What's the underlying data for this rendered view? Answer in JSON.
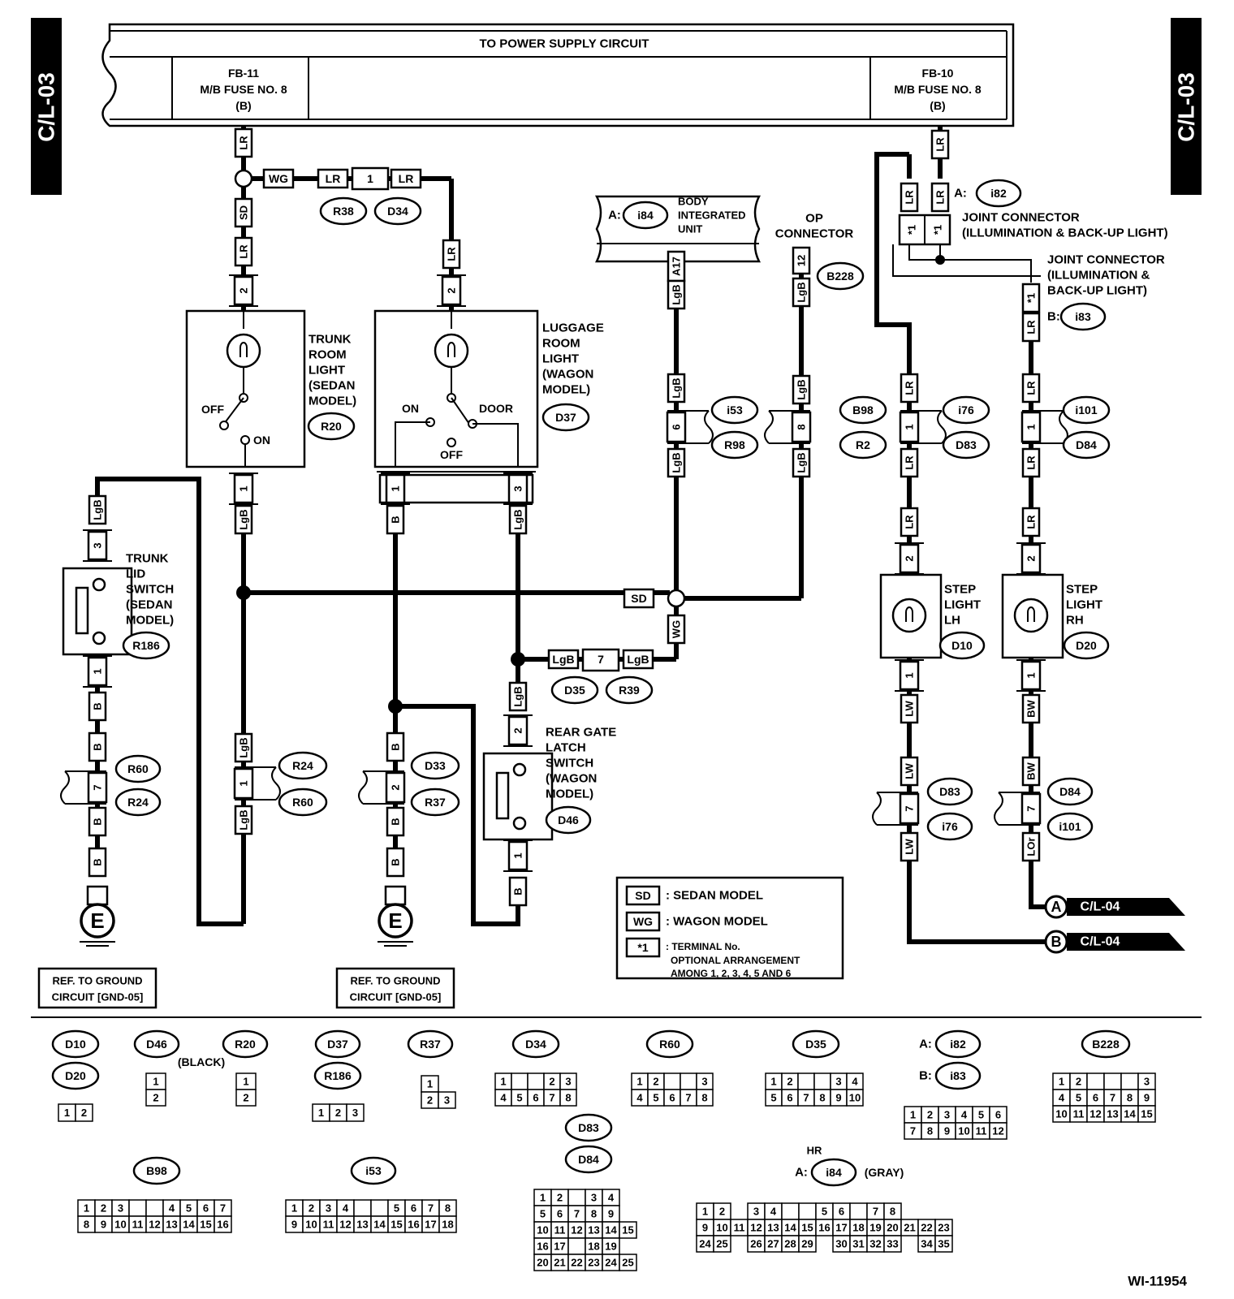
{
  "page": {
    "side_tag": "C/L-03",
    "figure_id": "WI-11954"
  },
  "power_bar": {
    "title": "TO POWER SUPPLY CIRCUIT",
    "left_fuse": [
      "FB-11",
      "M/B FUSE NO. 8",
      "(B)"
    ],
    "right_fuse": [
      "FB-10",
      "M/B FUSE NO. 8",
      "(B)"
    ]
  },
  "wire_colors": {
    "LR": "LR",
    "WG": "WG",
    "SD": "SD",
    "LgB": "LgB",
    "B": "B",
    "LW": "LW",
    "BW": "BW",
    "LOr": "LOr",
    "A17": "A17",
    "star1": "*1"
  },
  "pins": {
    "p1": "1",
    "p2": "2",
    "p3": "3",
    "p6": "6",
    "p7": "7",
    "p8": "8",
    "p12": "12"
  },
  "connectors": {
    "R38": "R38",
    "D34": "D34",
    "i84": "i84",
    "B228": "B228",
    "i82": "i82",
    "i83": "i83",
    "R20": "R20",
    "D37": "D37",
    "i53": "i53",
    "R98": "R98",
    "B98": "B98",
    "R2": "R2",
    "i76": "i76",
    "D83": "D83",
    "i101": "i101",
    "D84": "D84",
    "R186": "R186",
    "D35": "D35",
    "R39": "R39",
    "D10": "D10",
    "D20": "D20",
    "R60": "R60",
    "R24": "R24",
    "D33": "D33",
    "R37": "R37",
    "D46": "D46"
  },
  "labels": {
    "body_unit": [
      "BODY",
      "INTEGRATED",
      "UNIT"
    ],
    "a_prefix": "A:",
    "b_prefix": "B:",
    "op_connector": [
      "OP",
      "CONNECTOR"
    ],
    "joint_a": [
      "JOINT CONNECTOR",
      "(ILLUMINATION & BACK-UP LIGHT)"
    ],
    "joint_b": [
      "JOINT CONNECTOR",
      "(ILLUMINATION &",
      "BACK-UP LIGHT)"
    ],
    "trunk_light": [
      "TRUNK",
      "ROOM",
      "LIGHT",
      "(SEDAN",
      "MODEL)"
    ],
    "luggage_light": [
      "LUGGAGE",
      "ROOM",
      "LIGHT",
      "(WAGON",
      "MODEL)"
    ],
    "trunk_lid": [
      "TRUNK",
      "LID",
      "SWITCH",
      "(SEDAN",
      "MODEL)"
    ],
    "rear_gate": [
      "REAR GATE",
      "LATCH",
      "SWITCH",
      "(WAGON",
      "MODEL)"
    ],
    "step_lh": [
      "STEP",
      "LIGHT",
      "LH"
    ],
    "step_rh": [
      "STEP",
      "LIGHT",
      "RH"
    ],
    "off": "OFF",
    "on": "ON",
    "door": "DOOR",
    "ground": "E",
    "ground_ref": [
      "REF. TO GROUND",
      "CIRCUIT [GND-05]"
    ],
    "offpage_a": "A",
    "offpage_b": "B",
    "offpage_target": "C/L-04"
  },
  "legend": [
    {
      "code": "SD",
      "text": ": SEDAN MODEL"
    },
    {
      "code": "WG",
      "text": ": WAGON MODEL"
    },
    {
      "code": "*1",
      "text": ": TERMINAL No.",
      "extra": [
        "OPTIONAL ARRANGEMENT",
        "AMONG 1, 2, 3, 4, 5 AND 6"
      ]
    }
  ],
  "connector_views": {
    "black": "(BLACK)",
    "gray": "(GRAY)",
    "hr": "HR",
    "d10_pins": [
      "1",
      "2"
    ],
    "d46_pins": [
      "1",
      "2"
    ],
    "r20_pins": [
      "1",
      "2"
    ],
    "d37_pins": [
      "1",
      "2",
      "3"
    ],
    "r37_pins": [
      "1",
      "2",
      "3"
    ],
    "d34_pins": [
      "1",
      "2",
      "3",
      "4",
      "5",
      "6",
      "7",
      "8"
    ],
    "r60_pins": [
      "1",
      "2",
      "3",
      "4",
      "5",
      "6",
      "7",
      "8"
    ],
    "d35_pins": [
      "1",
      "2",
      "3",
      "4",
      "5",
      "6",
      "7",
      "8",
      "9",
      "10"
    ],
    "i82_pins": [
      "1",
      "2",
      "3",
      "4",
      "5",
      "6",
      "7",
      "8",
      "9",
      "10",
      "11",
      "12"
    ],
    "b228_pins": [
      "1",
      "2",
      "3",
      "4",
      "5",
      "6",
      "7",
      "8",
      "9",
      "10",
      "11",
      "12",
      "13",
      "14",
      "15"
    ],
    "b98_pins": [
      "1",
      "2",
      "3",
      "4",
      "5",
      "6",
      "7",
      "8",
      "9",
      "10",
      "11",
      "12",
      "13",
      "14",
      "15",
      "16"
    ],
    "i53_pins": [
      "1",
      "2",
      "3",
      "4",
      "5",
      "6",
      "7",
      "8",
      "9",
      "10",
      "11",
      "12",
      "13",
      "14",
      "15",
      "16",
      "17",
      "18"
    ],
    "d83_pins": [
      "1",
      "2",
      "3",
      "4",
      "5",
      "6",
      "7",
      "8",
      "9",
      "10",
      "11",
      "12",
      "13",
      "14",
      "15",
      "16",
      "17",
      "18",
      "19",
      "20",
      "21",
      "22",
      "23",
      "24",
      "25"
    ],
    "i84_pins": [
      "1",
      "2",
      "3",
      "4",
      "5",
      "6",
      "7",
      "8",
      "9",
      "10",
      "11",
      "12",
      "13",
      "14",
      "15",
      "16",
      "17",
      "18",
      "19",
      "20",
      "21",
      "22",
      "23",
      "24",
      "25",
      "26",
      "27",
      "28",
      "29",
      "30",
      "31",
      "32",
      "33",
      "34",
      "35"
    ]
  }
}
